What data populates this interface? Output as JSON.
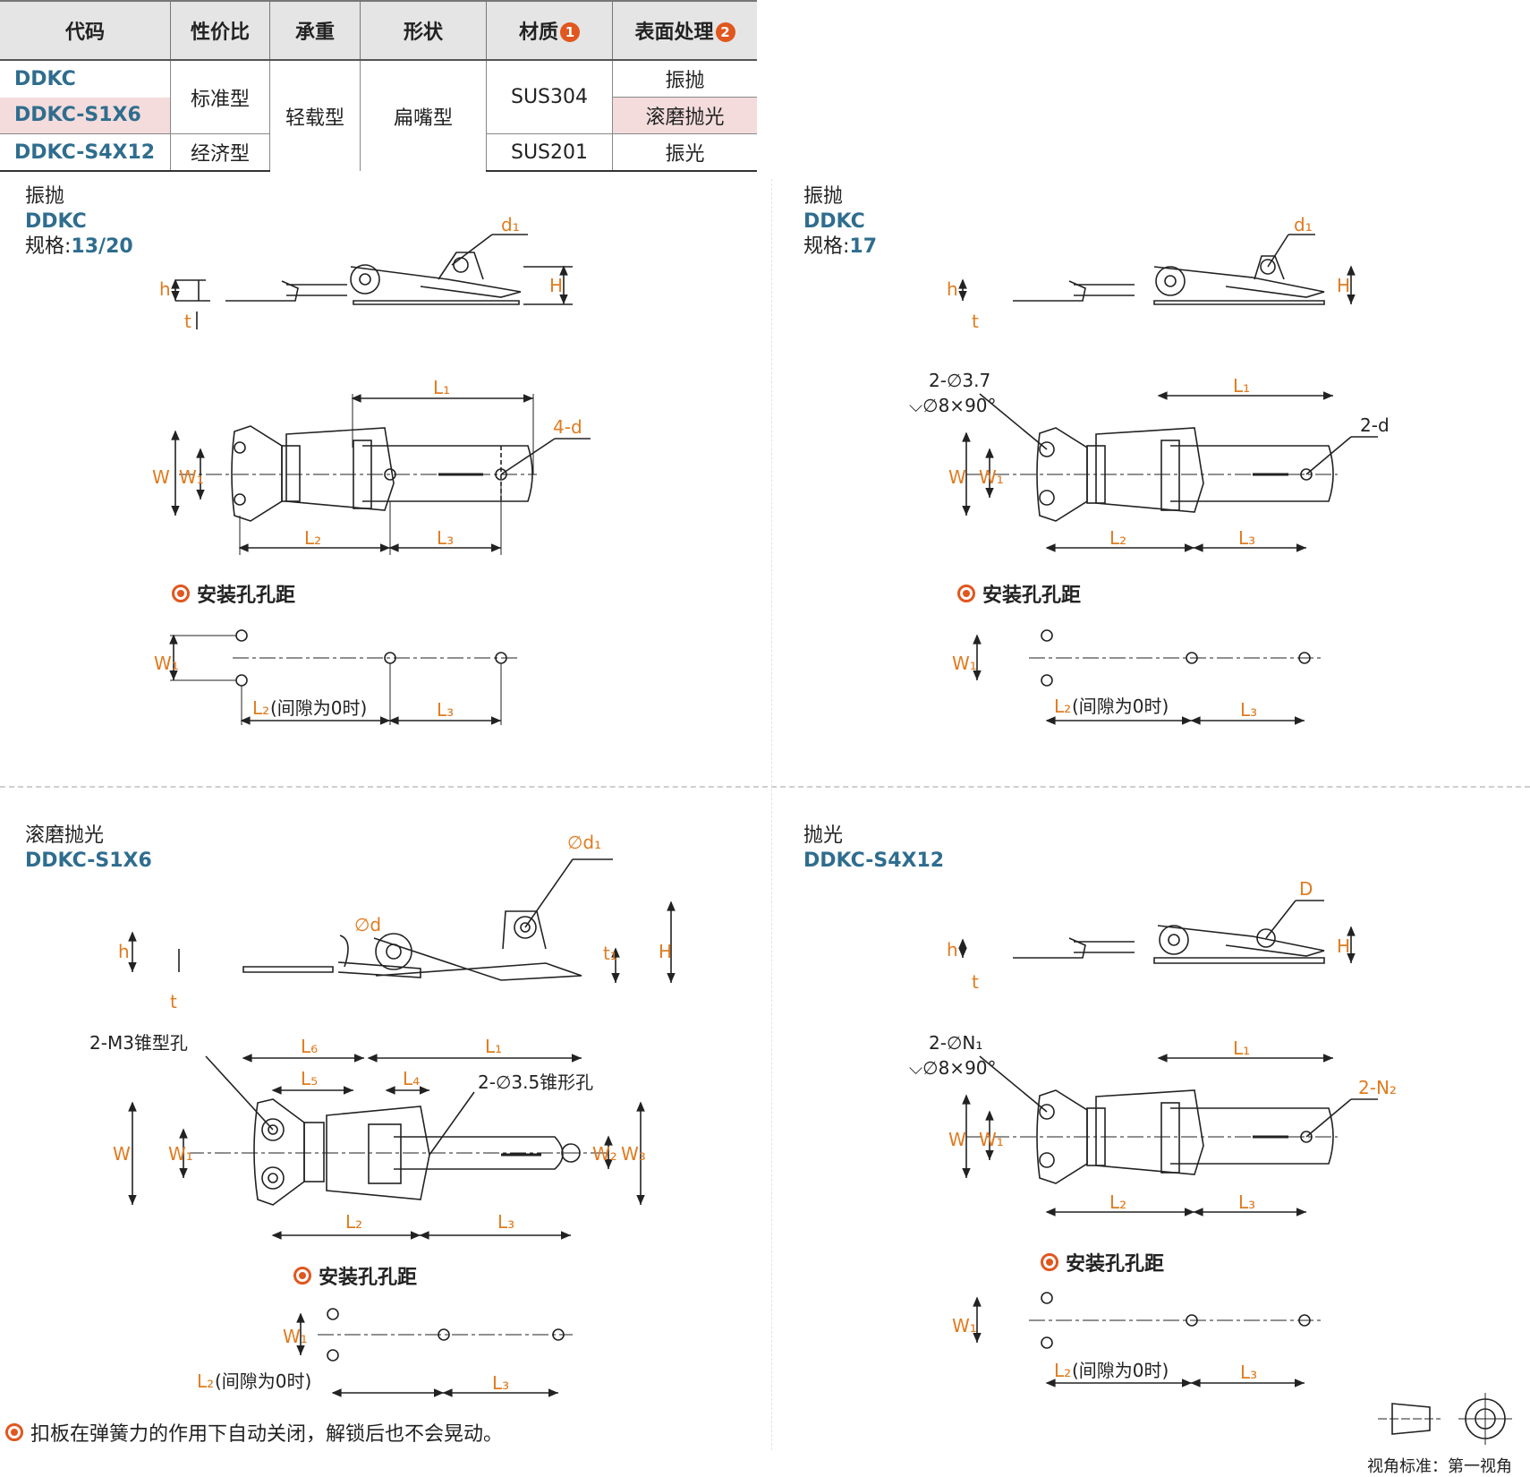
{
  "table": {
    "headers": [
      "代码",
      "性价比",
      "承重",
      "形状",
      "材质",
      "表面处理"
    ],
    "material_badge": "1",
    "surface_badge": "2",
    "rows": [
      {
        "code": "DDKC",
        "surface": "振抛"
      },
      {
        "code": "DDKC-S1X6",
        "surface": "滚磨抛光"
      },
      {
        "code": "DDKC-S4X12",
        "surface": "振光"
      }
    ],
    "cost_standard": "标准型",
    "cost_economy": "经济型",
    "load": "轻载型",
    "shape": "扁嘴型",
    "material_304": "SUS304",
    "material_201": "SUS201"
  },
  "panels": {
    "p1": {
      "finish": "振抛",
      "code": "DDKC",
      "spec_label": "规格:",
      "spec_value": "13/20"
    },
    "p2": {
      "finish": "振抛",
      "code": "DDKC",
      "spec_label": "规格:",
      "spec_value": "17"
    },
    "p3": {
      "finish": "滚磨抛光",
      "code": "DDKC-S1X6"
    },
    "p4": {
      "finish": "抛光",
      "code": "DDKC-S4X12"
    }
  },
  "install_label": "安装孔孔距",
  "gap_note": "(间隙为0时)",
  "dims": {
    "h": "h",
    "t": "t",
    "H": "H",
    "d1": "d₁",
    "phi_d1": "∅d₁",
    "phi_d": "∅d",
    "t1": "t₁",
    "D": "D",
    "W": "W",
    "W1": "W₁",
    "W2": "W₂",
    "W3": "W₃",
    "L1": "L₁",
    "L2": "L₂",
    "L3": "L₃",
    "L4": "L₄",
    "L5": "L₅",
    "L6": "L₆",
    "four_d": "4-d",
    "two_d": "2-d",
    "hole_37": "2-∅3.7",
    "csk": "⌵∅8×90°",
    "m3": "2-M3锥型孔",
    "taper35": "2-∅3.5锥形孔",
    "hole_n1": "2-∅N₁",
    "two_n2": "2-N₂"
  },
  "footnote": "扣板在弹簧力的作用下自动关闭，解锁后也不会晃动。",
  "view_label": "视角标准：第一视角",
  "colors": {
    "accent": "#e07b1f",
    "code_blue": "#2f6d8e",
    "highlight_row": "#f4dcdc",
    "badge": "#e0571f"
  }
}
